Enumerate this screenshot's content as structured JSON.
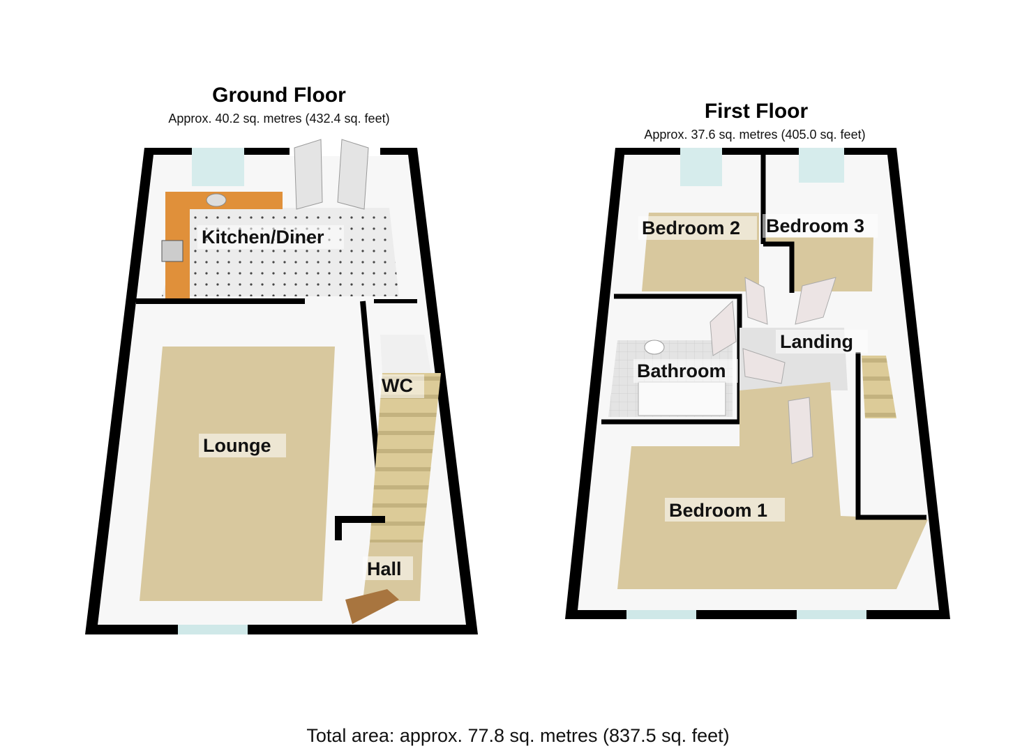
{
  "ground_floor": {
    "title": "Ground Floor",
    "area": "Approx. 40.2 sq. metres (432.4 sq. feet)",
    "rooms": {
      "kitchen": "Kitchen/Diner",
      "lounge": "Lounge",
      "wc": "WC",
      "hall": "Hall"
    }
  },
  "first_floor": {
    "title": "First Floor",
    "area": "Approx. 37.6 sq. metres (405.0 sq. feet)",
    "rooms": {
      "bedroom2": "Bedroom 2",
      "bedroom3": "Bedroom 3",
      "bathroom": "Bathroom",
      "landing": "Landing",
      "bedroom1": "Bedroom 1"
    }
  },
  "total_area": "Total area: approx. 77.8 sq. metres (837.5 sq. feet)",
  "colors": {
    "wall": "#000000",
    "carpet": "#d8c89e",
    "counter": "#e0903a",
    "window": "#cfe8e8"
  }
}
